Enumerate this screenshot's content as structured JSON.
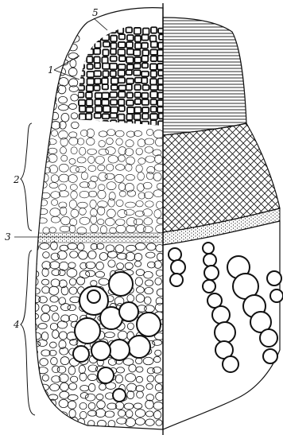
{
  "figure": {
    "labels": {
      "l1": "1",
      "l2": "2",
      "l3": "3",
      "l4": "4",
      "l5": "5"
    },
    "colors": {
      "ink": "#111111",
      "paper": "#ffffff"
    }
  }
}
